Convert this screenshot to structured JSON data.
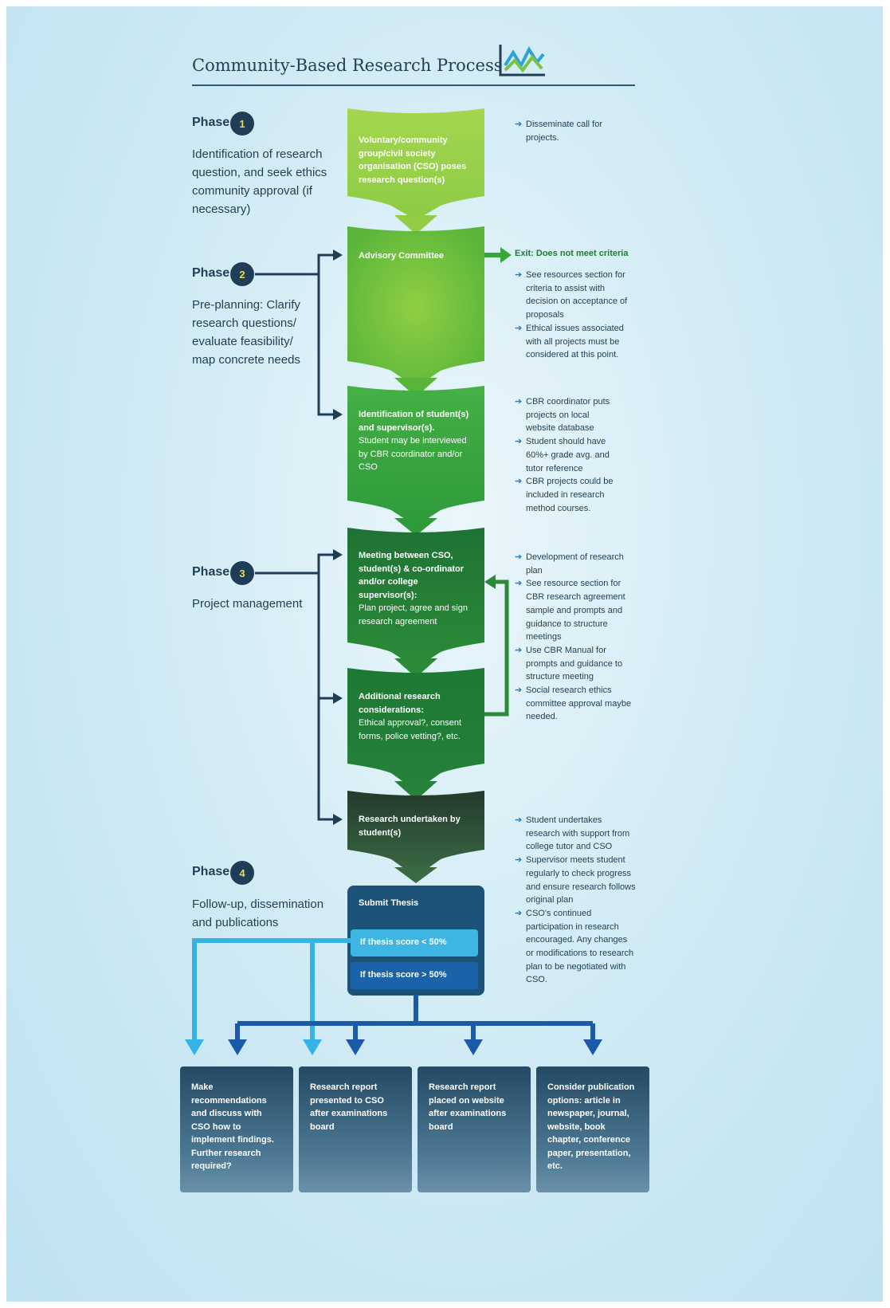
{
  "title": "Community-Based Research Process",
  "phases": [
    {
      "label": "Phase",
      "number": "1",
      "desc": "Identification of research question, and seek ethics community approval (if necessary)"
    },
    {
      "label": "Phase",
      "number": "2",
      "desc": "Pre-planning: Clarify research questions/ evaluate feasibility/ map concrete needs"
    },
    {
      "label": "Phase",
      "number": "3",
      "desc": "Project management"
    },
    {
      "label": "Phase",
      "number": "4",
      "desc": "Follow-up, dissemination and publications"
    }
  ],
  "steps": [
    {
      "bold": "Voluntary/community group/civil society organisation (CSO) poses research question(s)",
      "text": ""
    },
    {
      "bold": "Advisory Committee",
      "text": ""
    },
    {
      "bold": "Identification of student(s) and supervisor(s).",
      "text": "Student may be interviewed by CBR coordinator and/or CSO"
    },
    {
      "bold": "Meeting between CSO, student(s) & co-ordinator and/or college supervisor(s):",
      "text": "Plan project, agree and sign research agreement"
    },
    {
      "bold": "Additional research considerations:",
      "text": "Ethical approval?, consent forms, police vetting?, etc."
    },
    {
      "bold": "Research undertaken by student(s)",
      "text": ""
    },
    {
      "bold": "Submit Thesis",
      "text": ""
    }
  ],
  "scores": {
    "low": "If thesis score < 50%",
    "high": "If thesis score > 50%"
  },
  "exit_label": "Exit: Does not meet criteria",
  "notes": {
    "group1": [
      "Disseminate call for projects."
    ],
    "group2": [
      "See resources section for criteria to assist with decision on acceptance of proposals",
      "Ethical issues associated with all projects must be considered at this point."
    ],
    "group3": [
      "CBR coordinator puts projects on local website database",
      "Student should have 60%+ grade avg. and tutor reference",
      "CBR projects could be included in research method courses."
    ],
    "group4": [
      "Development of research plan",
      "See resource section for CBR research agreement sample and prompts and guidance to structure meetings",
      "Use CBR Manual for prompts and guidance to structure meeting",
      "Social research ethics committee approval maybe needed."
    ],
    "group5": [
      "Student undertakes research with support from college tutor and CSO",
      "Supervisor meets student regularly to check progress and ensure research follows original plan",
      "CSO's continued participation in research encouraged. Any changes or modifications to research plan to be negotiated with CSO."
    ]
  },
  "outcomes": [
    "Make recommendations and discuss with CSO how to implement findings. Further research required?",
    "Research report presented to CSO after examinations board",
    "Research report placed on website after examinations board",
    "Consider publication options: article in newspaper, journal, website, book chapter, conference paper, presentation, etc."
  ],
  "colors": {
    "step1": "#9ed24a",
    "step2": "#7ec83c",
    "step3": "#3aa63a",
    "step4": "#1f7d36",
    "step5": "#1f7a32",
    "step6": "#2b4a33",
    "thesis": "#1f5579",
    "light_blue": "#35b3e6",
    "dark_blue": "#1a5aa8",
    "navy_line": "#1f3d57"
  }
}
